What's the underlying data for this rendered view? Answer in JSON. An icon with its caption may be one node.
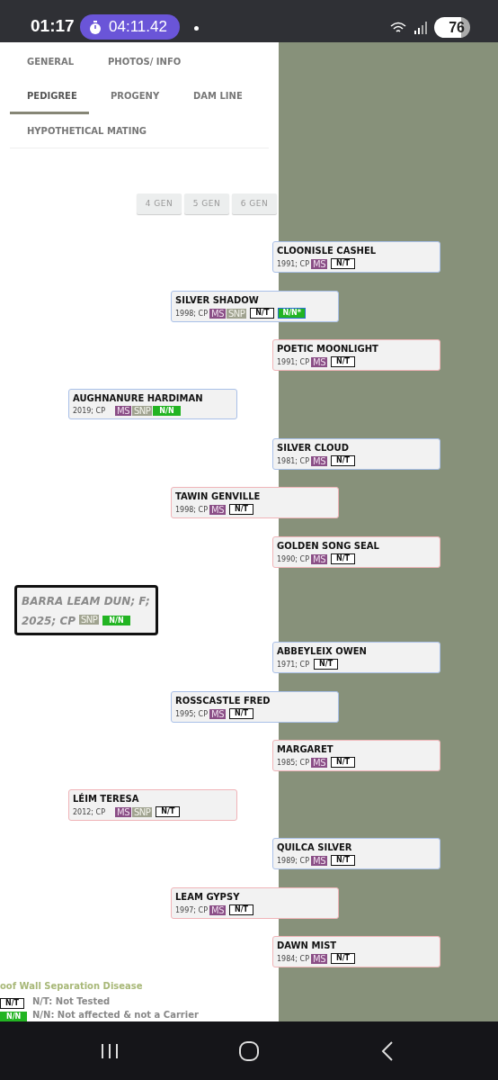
{
  "diagram": {
    "nodes": [
      {
        "text": [
          "CLOONISLE CASHEL",
          "1991; CP",
          "MS",
          "N/T"
        ]
      },
      {
        "text": [
          "SILVER SHADOW",
          "1998; CP",
          "MS",
          "SNP",
          "N/T",
          "N/N*"
        ]
      },
      {
        "text": [
          "POETIC MOONLIGHT",
          "1991; CP",
          "MS",
          "N/T"
        ]
      },
      {
        "text": [
          "AUGHNANURE HARDIMAN",
          "2019; CP",
          "MS",
          "SNP",
          "N/N"
        ]
      },
      {
        "text": [
          "SILVER CLOUD",
          "1981; CP",
          "MS",
          "N/T"
        ]
      },
      {
        "text": [
          "TAWIN GENVILLE",
          "1998; CP",
          "MS",
          "N/T"
        ]
      },
      {
        "text": [
          "GOLDEN SONG SEAL",
          "1990; CP",
          "MS",
          "N/T"
        ]
      },
      {
        "text": [
          "BARRA LEAM DUN; F; 2025; CP",
          "SNP",
          "N/N"
        ]
      },
      {
        "text": [
          "ABBEYLEIX OWEN",
          "1971; CP",
          "N/T"
        ]
      },
      {
        "text": [
          "ROSSCASTLE FRED",
          "1995; CP",
          "MS",
          "N/T"
        ]
      },
      {
        "text": [
          "MARGARET",
          "1985; CP",
          "MS",
          "N/T"
        ]
      },
      {
        "text": [
          "LÉIM TERESA",
          "2012; CP",
          "MS",
          "SNP",
          "N/T"
        ]
      },
      {
        "text": [
          "QUILCA SILVER",
          "1989; CP",
          "MS",
          "N/T"
        ]
      },
      {
        "text": [
          "LEAM GYPSY",
          "1997; CP",
          "MS",
          "N/T"
        ]
      },
      {
        "text": [
          "DAWN MIST",
          "1984; CP",
          "MS",
          "N/T"
        ]
      }
    ],
    "labels": [
      "01:17",
      "04:11.42",
      "76",
      "GENERAL",
      "PHOTOS/ INFO",
      "PEDIGREE",
      "PROGENY",
      "DAM LINE",
      "HYPOTHETICAL MATING",
      "4 GEN",
      "5 GEN",
      "6 GEN",
      "oof Wall Separation Disease",
      "N/T",
      "N/N"
    ],
    "legend": [
      {
        "text": "N/T: Not Tested"
      },
      {
        "text": "N/N: Not affected & not a Carrier",
        "color": "#22b422"
      }
    ]
  }
}
